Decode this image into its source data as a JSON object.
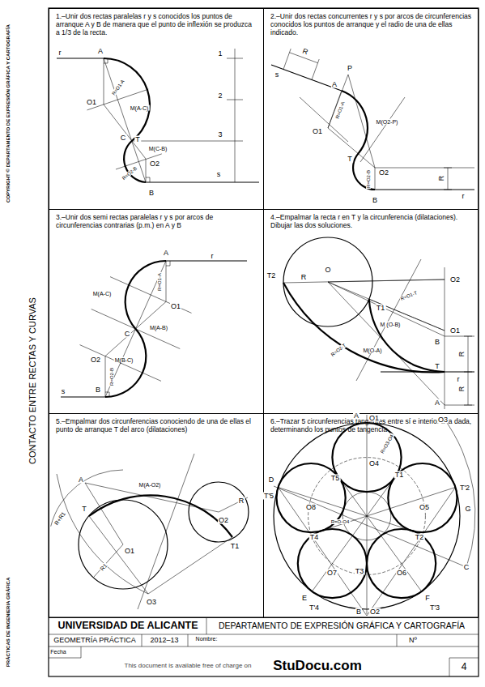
{
  "diagram": {
    "nodes": [
      {
        "text": [
          "1.–Unir dos rectas paralelas r y s conocidos los puntos de arranque A y B de manera que el punto de inflexión se produzca a 1/3 de la recta."
        ]
      },
      {
        "text": [
          "2.–Unir dos rectas concurrentes r y s por arcos de circunferencias conocidos los puntos de arranque y el radio de una de ellas indicado."
        ]
      },
      {
        "text": [
          "3.–Unir dos semi rectas paralelas r y s por arcos de circunferencias contrarias (p.m.) en A y B"
        ]
      },
      {
        "text": [
          "4.–Empalmar la recta r en T y la circunferencia (dilataciones). Dibujar las dos soluciones."
        ]
      },
      {
        "text": [
          "5.–Empalmar dos circunferencias conociendo de una de ellas el punto de arranque T del arco (dilataciones)"
        ]
      },
      {
        "text": [
          "6.–Trazar 5 circunferencias tangentes entre sí e interior a la dada, determinando los puntos de tangencia"
        ]
      }
    ],
    "labels": [
      "COPYRIGHT © DEPARTAMENTO DE EXPRESIÓN GRÁFICA Y CARTOGRAFÍA",
      "CONTACTO ENTRE RECTAS Y CURVAS",
      "PRÁCTICAS DE INGENIERIA GRÁFICA",
      "r",
      "A",
      "1",
      "O1",
      "R=O1-A",
      "M(A-C)",
      "2",
      "3",
      "C",
      "T",
      "M(C-B)",
      "O2",
      "R=O2-B",
      "s",
      "B",
      "s",
      "R",
      "P",
      "A",
      "O1",
      "R=O1-A",
      "M(O2-P)",
      "T",
      "O2",
      "R=O2-B",
      "R",
      "r",
      "B",
      "A",
      "r",
      "R=O1-A",
      "M(A-C)",
      "O1",
      "C",
      "M(A-B)",
      "O2",
      "M(B-C)",
      "R=O2-B",
      "s",
      "B",
      "T2",
      "R",
      "O",
      "T1",
      "O2",
      "M (O-B)",
      "R=O2-T",
      "R=O1-T",
      "O1",
      "B",
      "M(O-A)",
      "T",
      "r",
      "R",
      "R",
      "A",
      "A",
      "M(A-O2)",
      "R",
      "R+R1",
      "T",
      "O1",
      "R1",
      "T1",
      "O2",
      "O3",
      "A",
      "O1",
      "O3",
      "O4",
      "R=O3-O4",
      "T5",
      "T1",
      "D",
      "T'5",
      "O8",
      "O5",
      "G",
      "T'2",
      "R=O-O4",
      "T4",
      "T2",
      "O7",
      "O6",
      "T3",
      "C",
      "E",
      "T'4",
      "F",
      "T'3",
      "B",
      "O2",
      "UNIVERSIDAD DE ALICANTE",
      "DEPARTAMENTO DE EXPRESIÓN GRÁFICA Y CARTOGRAFÍA",
      "GEOMETRÍA PRÁCTICA",
      "2012–13",
      "Nombre:",
      "Nº",
      "Fecha",
      "This document is available free of charge on",
      "StuDocu.com",
      "4"
    ]
  }
}
